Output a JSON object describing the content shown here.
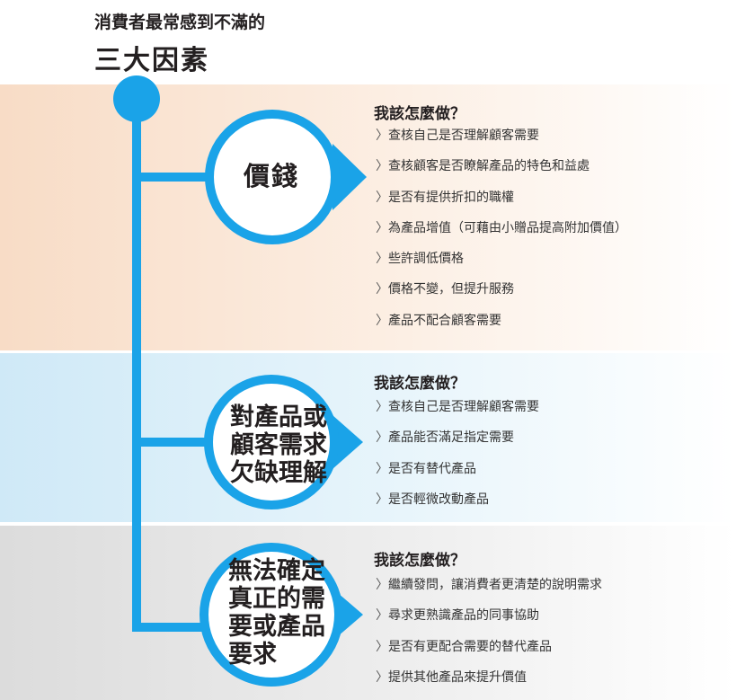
{
  "header": {
    "subtitle": "消費者最常感到不滿的",
    "title": "三大因素"
  },
  "colors": {
    "accent_blue": "#1aa3e8",
    "band_peach": "#f8dcc6",
    "band_blue": "#cfe9f7",
    "band_gray": "#dcdcdc"
  },
  "sections": [
    {
      "factor": "價錢",
      "question": "我該怎麼做？",
      "items": [
        "查核自己是否理解顧客需要",
        "查核顧客是否瞭解產品的特色和益處",
        "是否有提供折扣的職權",
        "為產品增值（可藉由小贈品提高附加價值）",
        "些許調低價格",
        "價格不變，但提升服務",
        "產品不配合顧客需要"
      ]
    },
    {
      "factor": "對產品或\n顧客需求\n欠缺理解",
      "question": "我該怎麼做？",
      "items": [
        "查核自己是否理解顧客需要",
        "產品能否滿足指定需要",
        "是否有替代產品",
        "是否輕微改動產品"
      ]
    },
    {
      "factor": "無法確定\n真正的需\n要或產品\n要求",
      "question": "我該怎麼做？",
      "items": [
        "繼續發問，讓消費者更清楚的說明需求",
        "尋求更熟識產品的同事協助",
        "是否有更配合需要的替代產品",
        "提供其他產品來提升價值"
      ]
    }
  ],
  "bullet_glyph": "〉"
}
